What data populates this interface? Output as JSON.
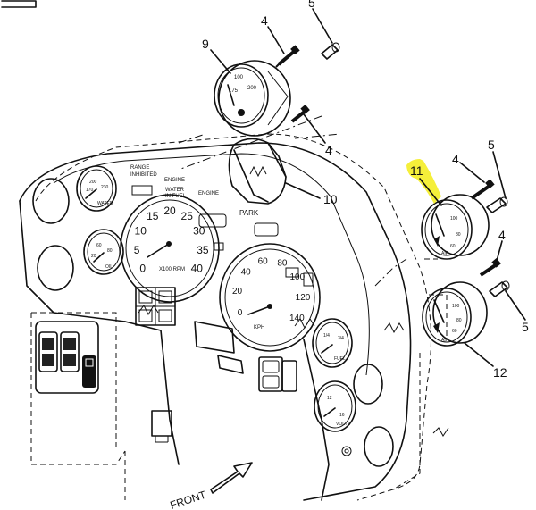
{
  "callouts": {
    "c5_top": "5",
    "c4_top": "4",
    "c9": "9",
    "c4_mid": "4",
    "c10": "10",
    "c11": "11",
    "c4_right": "4",
    "c5_right": "5",
    "c4_lower": "4",
    "c5_lower": "5",
    "c12": "12"
  },
  "panel_labels": {
    "range": "RANGE",
    "inhibited": "INHIBITED",
    "engine1": "ENGINE",
    "engine2": "ENGINE",
    "water": "WATER",
    "in_fuel": "IN FUEL",
    "park": "PARK"
  },
  "tach": {
    "ticks": [
      "0",
      "5",
      "10",
      "15",
      "20",
      "25",
      "30",
      "35",
      "40"
    ],
    "unit": "X100 RPM"
  },
  "speedo": {
    "ticks": [
      "0",
      "20",
      "40",
      "60",
      "80",
      "100",
      "120",
      "140"
    ],
    "unit": "KPH"
  },
  "small_gauges": {
    "water_unit": "WATER",
    "oil_unit": "OIL",
    "fuel_unit": "FUEL",
    "volts_unit": "VOLTS",
    "air_unit": "AIR"
  },
  "front_label": "FRONT",
  "highlight_color": "#f5ef3a"
}
